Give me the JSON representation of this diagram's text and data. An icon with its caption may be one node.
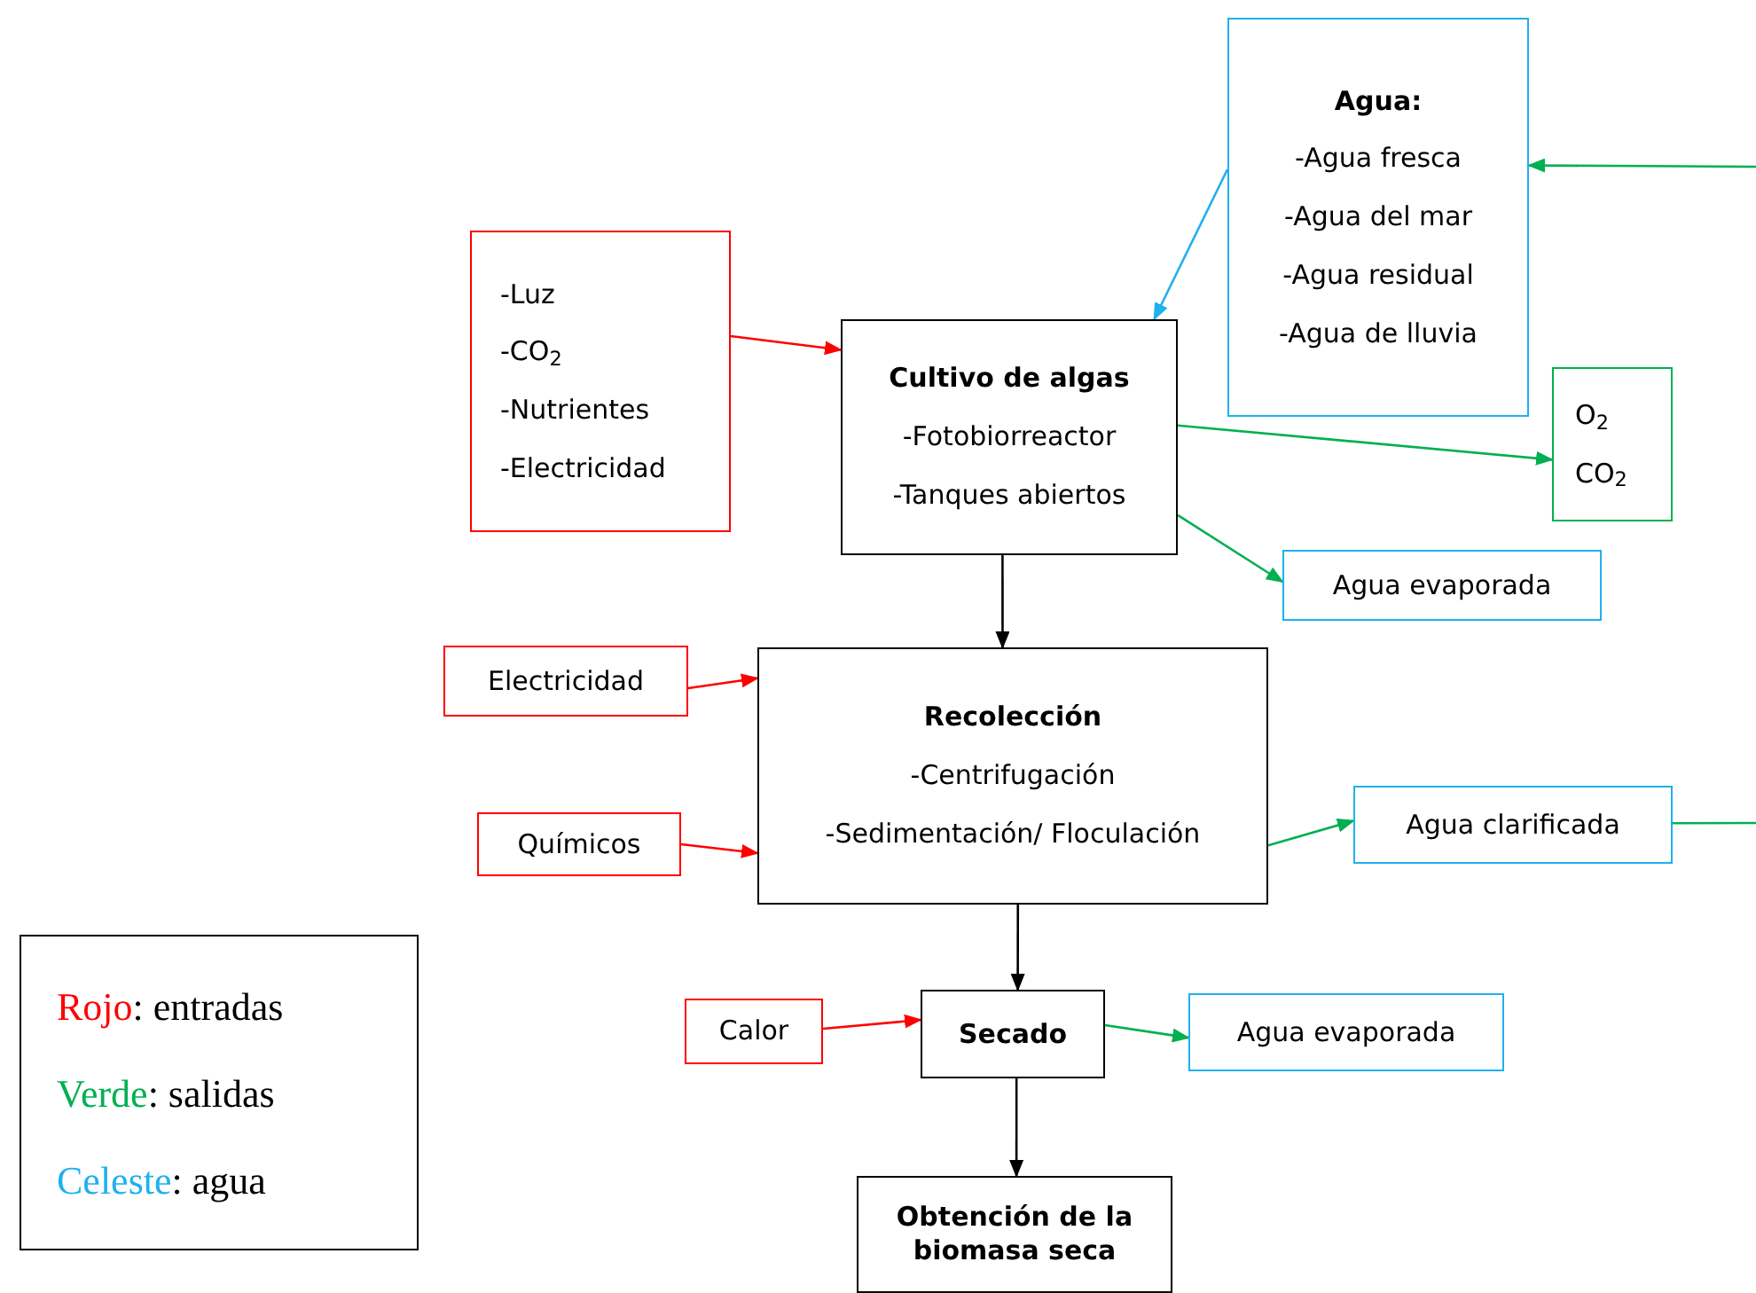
{
  "diagram": {
    "nodes": [
      {
        "text": [
          "-Luz",
          "-CO$_{2}$",
          "-Nutrientes",
          "-Electricidad"
        ]
      },
      {
        "text": [
          "Cultivo de algas",
          "-Fotobiorreactor",
          "-Tanques abiertos"
        ]
      },
      {
        "text": [
          "Agua:",
          "-Agua fresca",
          "-Agua del mar",
          "-Agua residual",
          "-Agua de lluvia"
        ]
      },
      {
        "text": [
          "O$_{2}$",
          "CO$_{2}$"
        ]
      },
      {
        "text": [
          "Agua evaporada"
        ]
      },
      {
        "text": [
          "Electricidad"
        ]
      },
      {
        "text": [
          "Recolección",
          "-Centrifugación",
          "-Sedimentación/ Floculación"
        ]
      },
      {
        "text": [
          "Químicos"
        ]
      },
      {
        "text": [
          "Agua clarificada"
        ]
      },
      {
        "text": [
          "Calor"
        ]
      },
      {
        "text": [
          "Secado"
        ]
      },
      {
        "text": [
          "Agua evaporada"
        ]
      },
      {
        "text": [
          "Obtención de la biomasa seca"
        ]
      }
    ],
    "edges": [
      {
        "from": 0,
        "to": 1,
        "arrow": "to",
        "color": "#ff0000"
      },
      {
        "from": 2,
        "to": 1,
        "arrow": "to",
        "color": "#1fb0ee"
      },
      {
        "from": null,
        "to": 2,
        "arrow": "to",
        "color": "#00b050"
      },
      {
        "from": 1,
        "to": 3,
        "arrow": "to",
        "color": "#00b050"
      },
      {
        "from": 1,
        "to": 4,
        "arrow": "to",
        "color": "#00b050"
      },
      {
        "from": 1,
        "to": 6,
        "arrow": "to",
        "color": "#000000"
      },
      {
        "from": 5,
        "to": 6,
        "arrow": "to",
        "color": "#ff0000"
      },
      {
        "from": 7,
        "to": 6,
        "arrow": "to",
        "color": "#ff0000"
      },
      {
        "from": 6,
        "to": 8,
        "arrow": "to",
        "color": "#00b050"
      },
      {
        "from": 8,
        "to": null,
        "arrow": "none",
        "color": "#00b050"
      },
      {
        "from": 6,
        "to": 10,
        "arrow": "to",
        "color": "#000000"
      },
      {
        "from": 9,
        "to": 10,
        "arrow": "to",
        "color": "#ff0000"
      },
      {
        "from": 10,
        "to": 11,
        "arrow": "to",
        "color": "#00b050"
      },
      {
        "from": 10,
        "to": 12,
        "arrow": "to",
        "color": "#000000"
      }
    ],
    "legend": [
      {
        "text": "Rojo: entradas",
        "color": "#ff0000"
      },
      {
        "text": "Verde: salidas",
        "color": "#00b050"
      },
      {
        "text": "Celeste: agua",
        "color": "#1fb0ee"
      }
    ]
  }
}
